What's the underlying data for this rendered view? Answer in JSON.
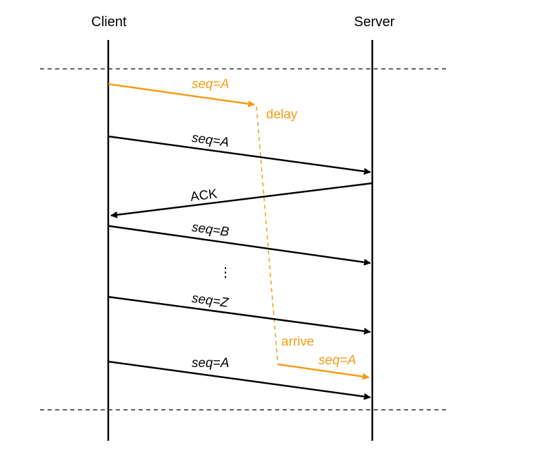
{
  "participants": {
    "client": "Client",
    "server": "Server"
  },
  "messages": {
    "delayed_send": "seq=A",
    "delay_note": "delay",
    "send_a": "seq=A",
    "ack": "ACK",
    "send_b": "seq=B",
    "ellipsis": "⋮",
    "send_z": "seq=Z",
    "arrive_note": "arrive",
    "delayed_arrival": "seq=A",
    "resend_a": "seq=A"
  },
  "colors": {
    "normal": "#000000",
    "delayed": "#f39c12"
  }
}
